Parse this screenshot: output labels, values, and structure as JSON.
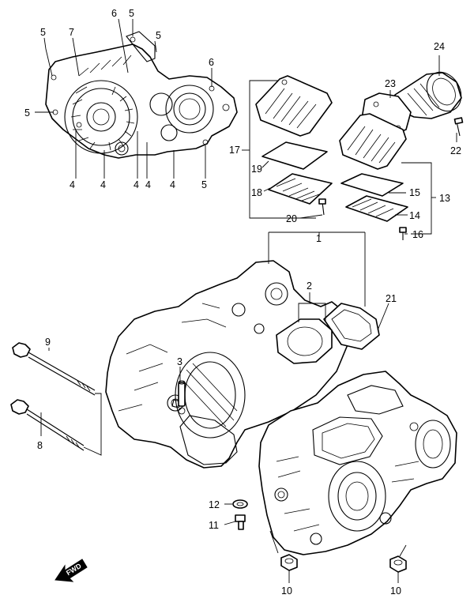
{
  "diagram": {
    "callouts": [
      "1",
      "2",
      "3",
      "4",
      "5",
      "6",
      "7",
      "8",
      "9",
      "10",
      "11",
      "12",
      "13",
      "14",
      "15",
      "16",
      "17",
      "18",
      "19",
      "20",
      "21",
      "22",
      "23",
      "24"
    ],
    "direction_marker": "FWD"
  }
}
